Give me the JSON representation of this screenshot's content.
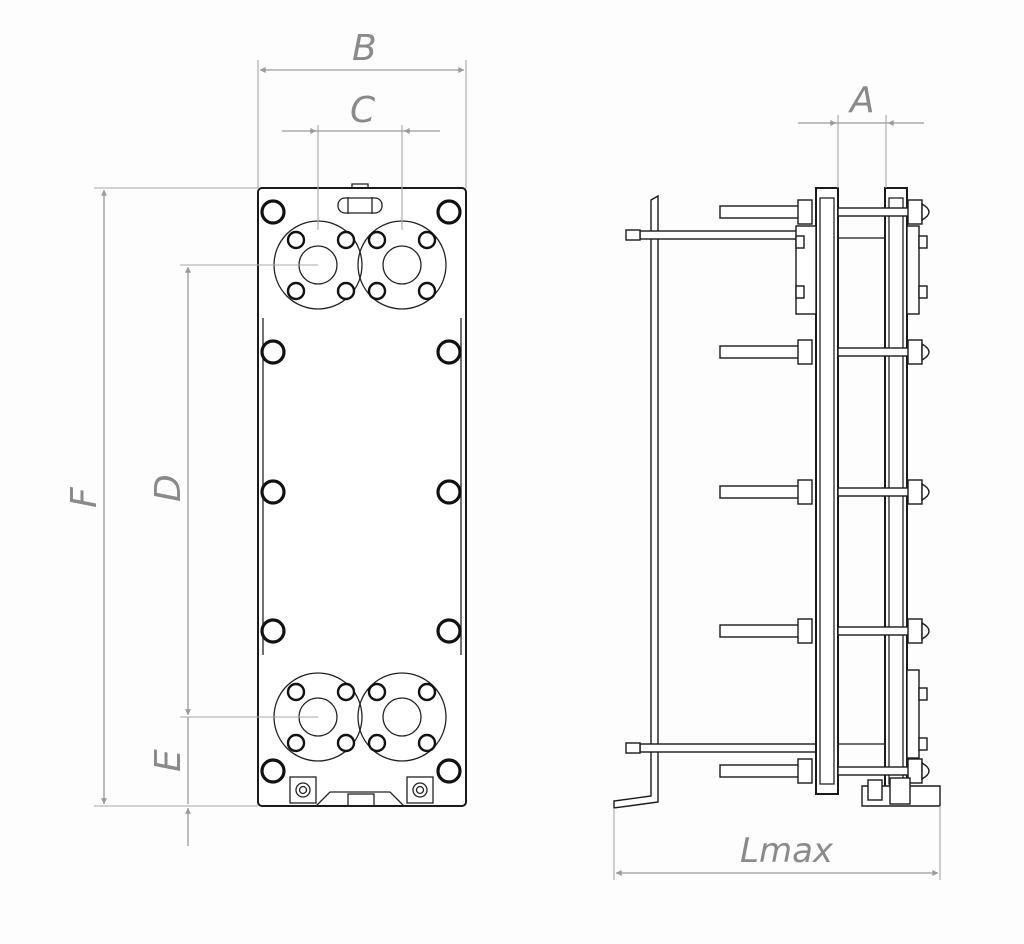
{
  "labels": {
    "A": "A",
    "B": "B",
    "C": "C",
    "D": "D",
    "E": "E",
    "F": "F",
    "Lmax": "Lmax"
  }
}
